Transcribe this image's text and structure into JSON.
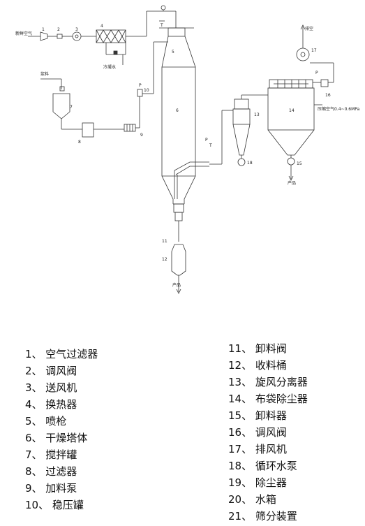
{
  "diagram": {
    "labels": {
      "fresh_air": "新鲜空气",
      "cooling_water": "冷凝水",
      "slurry": "浆料",
      "exhaust": "排空",
      "compressed_air": "压缩空气0.4~0.6MPa",
      "product_main": "产品",
      "product_side": "产品"
    },
    "instrument_letters": {
      "t": "T",
      "p": "P"
    },
    "numbers": {
      "n1": "1",
      "n2": "2",
      "n3": "3",
      "n4": "4",
      "n5": "5",
      "n6": "6",
      "n7": "7",
      "n8": "8",
      "n9": "9",
      "n10": "10",
      "n11": "11",
      "n12": "12",
      "n13": "13",
      "n14": "14",
      "n15": "15",
      "n16": "16",
      "n17": "17",
      "n18": "18"
    }
  },
  "legend": {
    "left": [
      "1、 空气过滤器",
      "2、 调风阀",
      "3、 送风机",
      "4、 换热器",
      "5、 喷枪",
      "6、 干燥塔体",
      "7、 搅拌罐",
      "8、 过滤器",
      "9、 加料泵",
      "10、 稳压罐"
    ],
    "right": [
      "11、 卸料阀",
      "12、 收料桶",
      "13、 旋风分离器",
      "14、 布袋除尘器",
      "15、 卸料器",
      "16、 调风阀",
      "17、 排风机",
      "18、 循环水泵",
      "19、 除尘器",
      "20、 水箱",
      "21、 筛分装置"
    ]
  }
}
